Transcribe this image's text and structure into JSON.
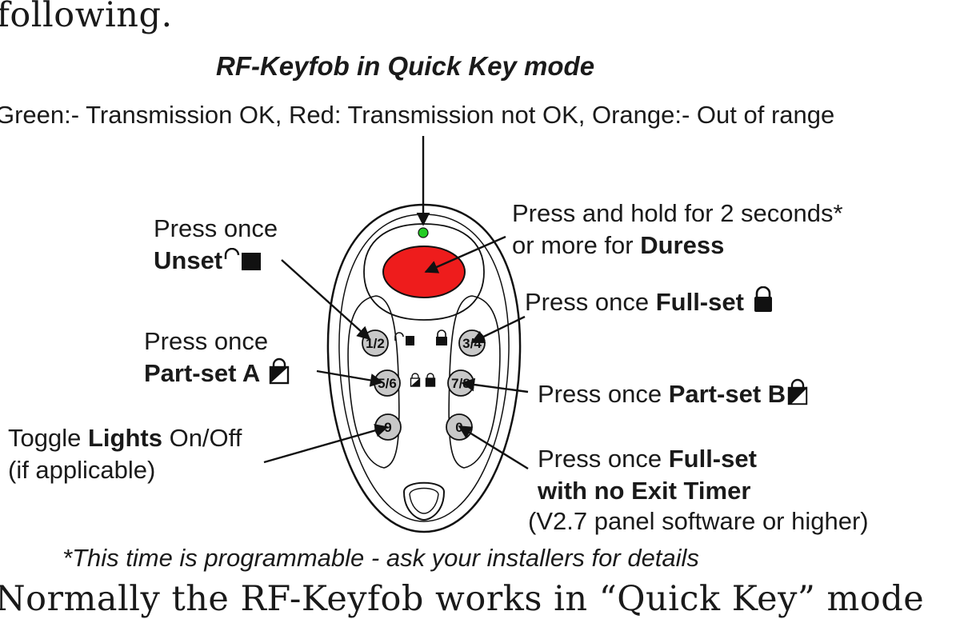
{
  "fragment_top": "following.",
  "fragment_bottom": "Normally the RF-Keyfob works in “Quick Key” mode",
  "title": "RF-Keyfob in Quick Key mode",
  "led_legend": "Green:- Transmission OK, Red: Transmission not OK, Orange:- Out of range",
  "callouts": {
    "unset": {
      "line1": "Press once",
      "bold": "Unset"
    },
    "duress": {
      "line1": "Press and hold for 2 seconds*",
      "line2_prefix": "or more for ",
      "bold": "Duress"
    },
    "fullset": {
      "prefix": "Press once ",
      "bold": "Full-set"
    },
    "partset_a": {
      "line1": "Press once",
      "bold": "Part-set A"
    },
    "partset_b": {
      "prefix": "Press once ",
      "bold": "Part-set B"
    },
    "lights": {
      "prefix": "Toggle ",
      "bold": "Lights",
      "suffix": " On/Off",
      "line2": "(if applicable)"
    },
    "fullset_noexit": {
      "prefix": "Press once ",
      "bold1": "Full-set",
      "bold2": "with no Exit Timer",
      "line3": "(V2.7 panel software or higher)"
    }
  },
  "buttons": {
    "b12": "1/2",
    "b34": "3/4",
    "b56": "5/6",
    "b78": "7/8",
    "b9": "9",
    "b0": "0"
  },
  "colors": {
    "led": "#22cc22",
    "panic_button": "#ee1c1c",
    "key_button": "#c8c8c8",
    "ink": "#1a1a1a"
  },
  "footnote": "*This time is programmable - ask your installers for details"
}
